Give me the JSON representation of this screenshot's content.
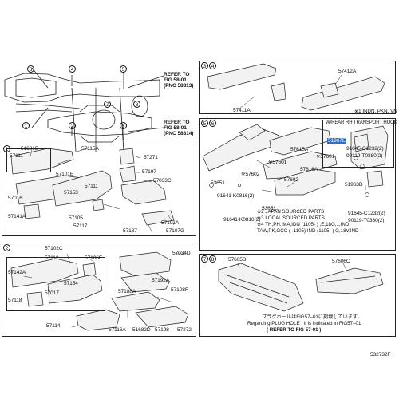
{
  "overview": {
    "refer_a": [
      "REFER TO",
      "FIG 58-01",
      "(PNC 58313)"
    ],
    "refer_b": [
      "REFER TO",
      "FIG 58-01",
      "(PNC 58314)"
    ],
    "markers": [
      "1",
      "2",
      "3",
      "4",
      "5",
      "6",
      "7",
      "8"
    ]
  },
  "panel1": {
    "section": "1",
    "labels": [
      "57111",
      "57115A",
      "57271",
      "57101E",
      "57197",
      "57033C",
      "57016",
      "57153",
      "57111",
      "57141A",
      "57105",
      "57117",
      "57187",
      "57191A",
      "57107G"
    ],
    "sub_label": "51681B"
  },
  "panel2": {
    "section": "2",
    "labels": [
      "57102C",
      "57112",
      "57106E",
      "57142A",
      "57154",
      "57017",
      "57118",
      "57034D",
      "57192A",
      "57108F",
      "57188A",
      "57114",
      "57116A",
      "51682D",
      "57198",
      "57272"
    ]
  },
  "panel34": {
    "sections": [
      "3",
      "4"
    ],
    "labels": [
      "57412A",
      "57411A"
    ],
    "notes": [
      "※1 INDN, PKN, VN"
    ]
  },
  "panel56": {
    "sections": [
      "5",
      "6"
    ],
    "box_title": "W/REAR RH TRANSPORT HOOK",
    "highlight": "51967E",
    "labels": [
      "57615A",
      "※57601",
      "※57601",
      "※57602",
      "57616A",
      "57602",
      "53651",
      "91641-K0816(2)",
      "53651",
      "91641-K0816(2)",
      "51963D",
      "91645-C1232(2)",
      "90119-T0380(2)",
      "91645-C1232(2)",
      "90119-T0380(2)"
    ],
    "notes": [
      "※2 JAPAN SOURCED PARTS",
      "※3 LOCAL SOURCED PARTS",
      "※4 TH,PH..MA,IDN (1105-   ) ,E,18G,1,IND",
      "   TAW,PK,GCC (    -1105) IND (1105-   ) G,18V,IND"
    ]
  },
  "panel78": {
    "sections": [
      "7",
      "8"
    ],
    "labels": [
      "57605B",
      "57606C"
    ],
    "notes": [
      "プラグホールはFIG57–01に掲載しています。",
      "Regarding PLUG HOLE , it is indicated in FIG57–01",
      "(  REFER TO FIG 57-01  )"
    ]
  },
  "footer": {
    "code": "532732F"
  }
}
